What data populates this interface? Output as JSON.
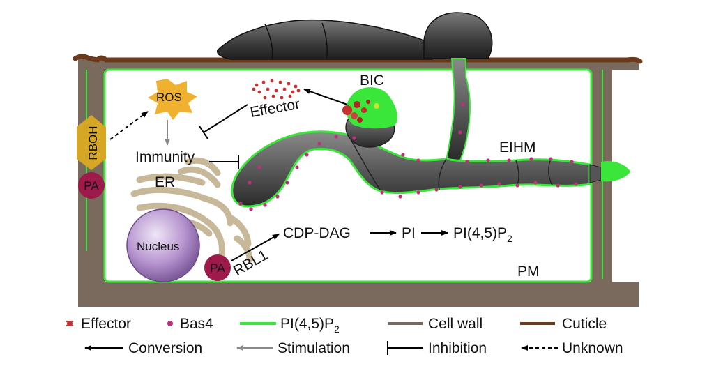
{
  "diagram": {
    "labels": {
      "bic": "BIC",
      "ros": "ROS",
      "effector": "Effector",
      "immunity": "Immunity",
      "er": "ER",
      "nucleus": "Nucleus",
      "rboh": "RBOH",
      "pa_membrane": "PA",
      "pa_er": "PA",
      "rbl1": "RBL1",
      "eihm": "EIHM",
      "pm": "PM",
      "cdp_dag": "CDP-DAG",
      "pi": "PI",
      "pip2_base": "PI(4,5)P",
      "pip2_sub": "2"
    }
  },
  "legend": {
    "effector": "Effector",
    "bas4": "Bas4",
    "pip2_base": "PI(4,5)P",
    "pip2_sub": "2",
    "cell_wall": "Cell wall",
    "cuticle": "Cuticle",
    "conversion": "Conversion",
    "stimulation": "Stimulation",
    "inhibition": "Inhibition",
    "unknown": "Unknown"
  },
  "colors": {
    "cuticle": "#6b3a1a",
    "cell_wall": "#7a6a5e",
    "pip2": "#39e639",
    "bas4": "#c0307a",
    "effector": "#c83030",
    "pa": "#9e1a4a",
    "ros": "#f0b030",
    "rboh": "#d6a625",
    "er": "#c8b89a",
    "nucleus": "#a882c4",
    "hypha": "#555555",
    "arrow_conversion": "#000000",
    "arrow_stimulation": "#888888"
  }
}
